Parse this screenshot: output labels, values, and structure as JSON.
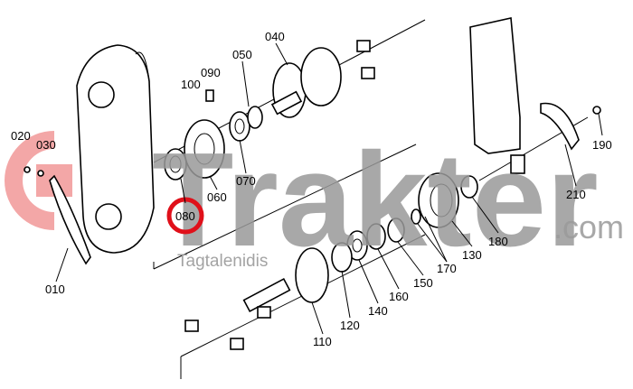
{
  "diagram": {
    "highlighted_part": "080",
    "highlight_color": "#e0101a",
    "labels": {
      "p010": "010",
      "p020": "020",
      "p030": "030",
      "p040": "040",
      "p050": "050",
      "p060": "060",
      "p070": "070",
      "p080": "080",
      "p090": "090",
      "p100": "100",
      "p110": "110",
      "p120": "120",
      "p130": "130",
      "p140": "140",
      "p150": "150",
      "p160": "160",
      "p170": "170",
      "p180": "180",
      "p190": "190",
      "p210": "210"
    }
  },
  "watermark": {
    "brand": "Trakter",
    "domain": ".com",
    "subtitle": "Tagtalenidis",
    "logo_color": "#f08a8a",
    "text_color": "#9a9a9a"
  }
}
